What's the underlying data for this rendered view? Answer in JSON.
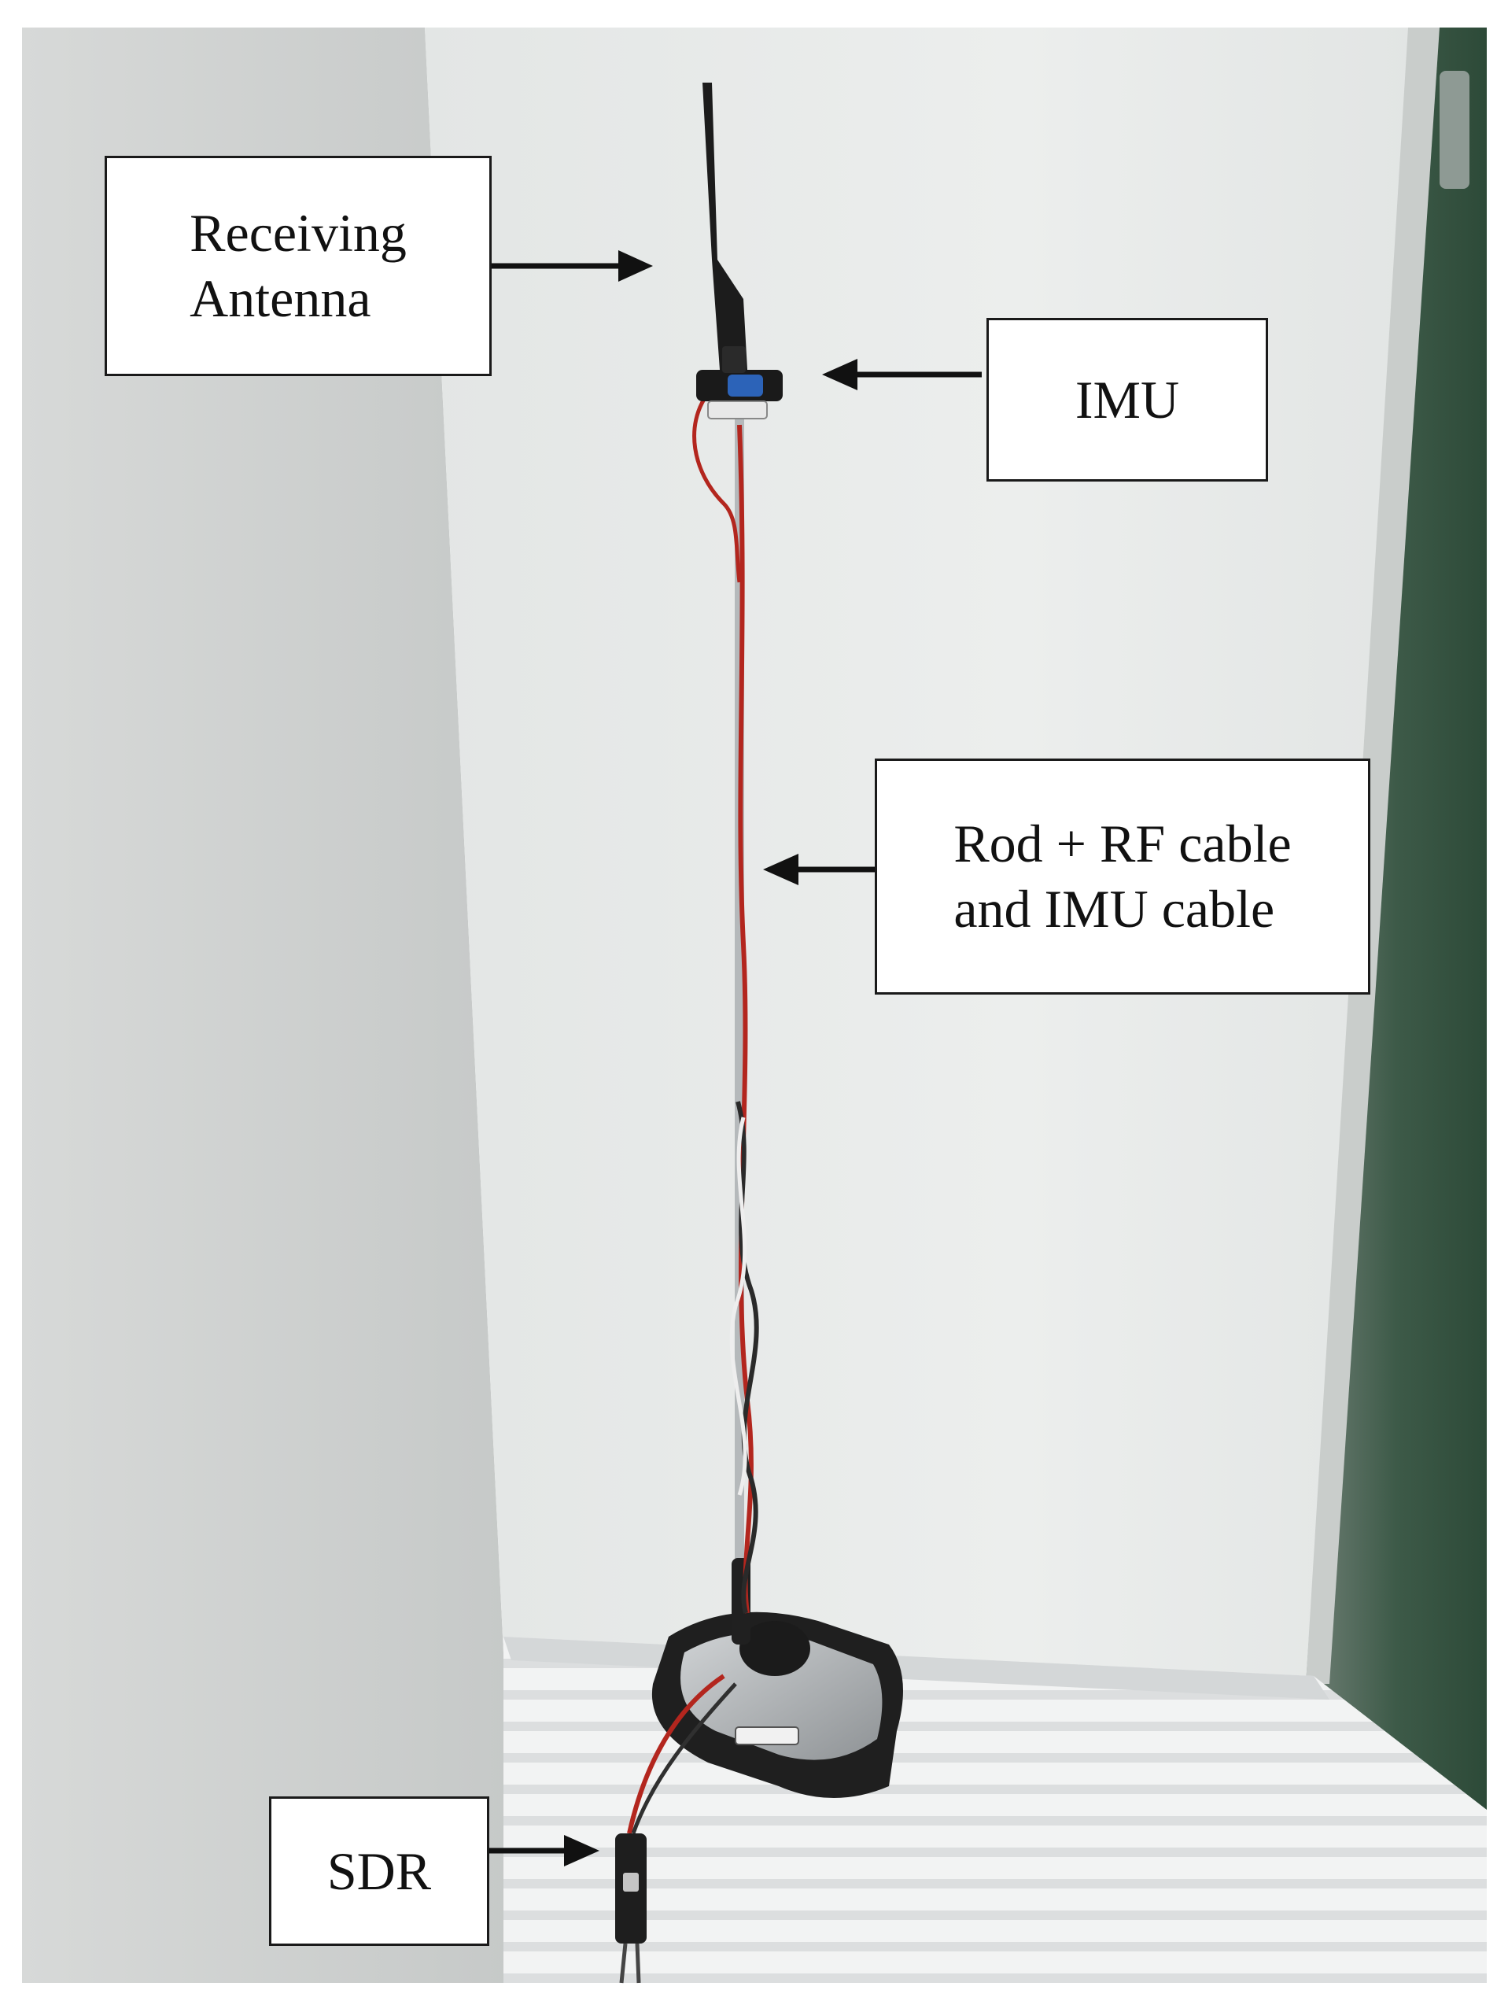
{
  "labels": {
    "receiving_antenna": {
      "line1": "Receiving",
      "line2": "Antenna"
    },
    "imu": {
      "line1": "IMU"
    },
    "rod_cable": {
      "line1": "Rod + RF cable",
      "line2": "and IMU cable"
    },
    "sdr": {
      "line1": "SDR"
    }
  },
  "colors": {
    "label_border": "#1a1a1a",
    "arrow": "#111111",
    "cable_red": "#b3261e",
    "antenna_black": "#1c1c1c"
  }
}
